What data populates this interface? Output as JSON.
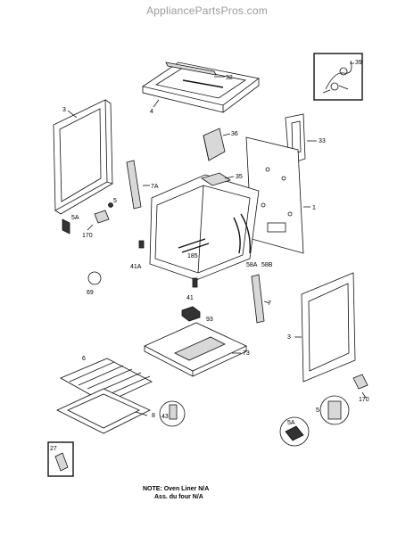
{
  "watermark": "AppliancePartsPros.com",
  "note": {
    "line1": "NOTE: Oven Liner N/A",
    "line2": "Ass. du four N/A"
  },
  "callouts": {
    "c39": "39",
    "c32": "32",
    "c4": "4",
    "c3a": "3",
    "c36": "36",
    "c33": "33",
    "c35": "35",
    "c7a": "7A",
    "c5a_top": "5",
    "c1": "1",
    "c5a": "5A",
    "c170a": "170",
    "c185": "185",
    "c58a": "58A",
    "c58b": "58B",
    "c41a": "41A",
    "c69": "69",
    "c41": "41",
    "c7": "7",
    "c93": "93",
    "c3b": "3",
    "c73": "73",
    "c6": "6",
    "c8": "8",
    "c43": "43",
    "c5b": "5",
    "c5a_b": "5A",
    "c170b": "170",
    "c27": "27"
  }
}
